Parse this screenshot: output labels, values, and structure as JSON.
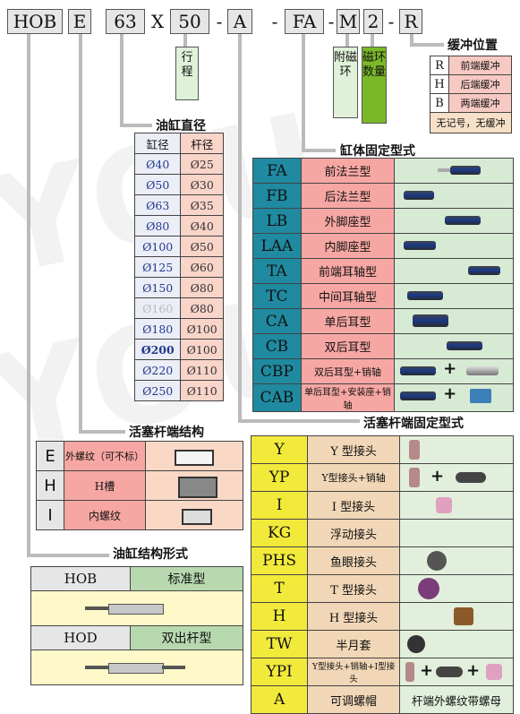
{
  "model": {
    "code": [
      "HOB",
      "E",
      "63",
      "X",
      "50",
      "-",
      "A",
      "-",
      "FA",
      "-",
      "M",
      "2",
      "-",
      "R"
    ]
  },
  "stroke_label": "行程",
  "magnet_attach_label": "附磁环",
  "magnet_count_label": "磁环数量",
  "buffer": {
    "title": "缓冲位置",
    "rows": [
      {
        "code": "R",
        "label": "前端缓冲"
      },
      {
        "code": "H",
        "label": "后端缓冲"
      },
      {
        "code": "B",
        "label": "两端缓冲"
      }
    ],
    "note": "无记号，无缓冲"
  },
  "bore": {
    "title": "油缸直径",
    "headers": [
      "缸径",
      "杆径"
    ],
    "rows": [
      [
        "Ø40",
        "Ø25"
      ],
      [
        "Ø50",
        "Ø30"
      ],
      [
        "Ø63",
        "Ø35"
      ],
      [
        "Ø80",
        "Ø40"
      ],
      [
        "Ø100",
        "Ø50"
      ],
      [
        "Ø125",
        "Ø60"
      ],
      [
        "Ø150",
        "Ø80"
      ],
      [
        "Ø160",
        "Ø80"
      ],
      [
        "Ø180",
        "Ø100"
      ],
      [
        "Ø200",
        "Ø100"
      ],
      [
        "Ø220",
        "Ø110"
      ],
      [
        "Ø250",
        "Ø110"
      ]
    ]
  },
  "mount": {
    "title": "缸体固定型式",
    "rows": [
      {
        "code": "FA",
        "name": "前法兰型"
      },
      {
        "code": "FB",
        "name": "后法兰型"
      },
      {
        "code": "LB",
        "name": "外脚座型"
      },
      {
        "code": "LAA",
        "name": "内脚座型"
      },
      {
        "code": "TA",
        "name": "前端耳轴型"
      },
      {
        "code": "TC",
        "name": "中间耳轴型"
      },
      {
        "code": "CA",
        "name": "单后耳型"
      },
      {
        "code": "CB",
        "name": "双后耳型"
      },
      {
        "code": "CBP",
        "name": "双后耳型+销轴"
      },
      {
        "code": "CAB",
        "name": "单后耳型+安装座+销轴"
      }
    ]
  },
  "piston": {
    "title": "活塞杆端结构",
    "rows": [
      {
        "code": "E",
        "name": "外螺纹（可不标）"
      },
      {
        "code": "H",
        "name": "H槽"
      },
      {
        "code": "I",
        "name": "内螺纹"
      }
    ]
  },
  "rod_end": {
    "title": "活塞杆端固定型式",
    "rows": [
      {
        "code": "Y",
        "name": "Y 型接头"
      },
      {
        "code": "YP",
        "name": "Y型接头+销轴"
      },
      {
        "code": "I",
        "name": "I 型接头"
      },
      {
        "code": "KG",
        "name": "浮动接头"
      },
      {
        "code": "PHS",
        "name": "鱼眼接头"
      },
      {
        "code": "T",
        "name": "T 型接头"
      },
      {
        "code": "H",
        "name": "H 型接头"
      },
      {
        "code": "TW",
        "name": "半月套"
      },
      {
        "code": "YPI",
        "name": "Y型接头+销轴+I型接头"
      },
      {
        "code": "A",
        "name": "可调螺帽"
      }
    ],
    "a_note": "杆端外螺纹带螺母"
  },
  "structure": {
    "title": "油缸结构形式",
    "rows": [
      {
        "code": "HOB",
        "name": "标准型"
      },
      {
        "code": "HOD",
        "name": "双出杆型"
      }
    ]
  },
  "colors": {
    "mount_code": "#1f8aa0",
    "mount_name": "#f7a7a3",
    "rod_code": "#f2ea3a",
    "rod_name": "#f1d7b7",
    "magnet_count": "#7ab828",
    "leader": "#bbbbbb"
  }
}
